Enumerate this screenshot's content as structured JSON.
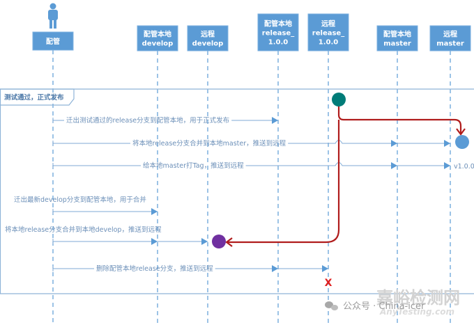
{
  "diagram": {
    "type": "sequence",
    "participants": [
      {
        "id": "cm",
        "lines": [
          "配管"
        ],
        "actor_icon": "person-icon"
      },
      {
        "id": "local_develop",
        "lines": [
          "配管本地",
          "develop"
        ]
      },
      {
        "id": "remote_develop",
        "lines": [
          "远程",
          "develop"
        ]
      },
      {
        "id": "local_release",
        "lines": [
          "配管本地",
          "release_",
          "1.0.0"
        ]
      },
      {
        "id": "remote_release",
        "lines": [
          "远程",
          "release_",
          "1.0.0"
        ]
      },
      {
        "id": "local_master",
        "lines": [
          "配管本地",
          "master"
        ]
      },
      {
        "id": "remote_master",
        "lines": [
          "远程",
          "master"
        ]
      }
    ],
    "frame": {
      "label": "测试通过，正式发布"
    },
    "messages": [
      {
        "label": "迁出测试通过的release分支到配管本地，用于正式发布",
        "from": "cm",
        "to": "local_release"
      },
      {
        "label": "将本地release分支合并到本地master，推送到远程",
        "from": "cm",
        "to": "remote_master",
        "via": [
          "local_master"
        ]
      },
      {
        "label": "给本地master打Tag，推送到远程",
        "from": "cm",
        "to": "remote_master",
        "via": [
          "local_master"
        ],
        "end_label": "v1.0.0"
      },
      {
        "label": "迁出最新develop分支到配管本地，用于合并",
        "from": "cm",
        "to": "local_develop"
      },
      {
        "label": "将本地release分支合并到本地develop，推送到远程",
        "from": "cm",
        "to": "remote_develop",
        "via": [
          "local_develop"
        ]
      },
      {
        "label": "删除配管本地release分支，推送到远程",
        "from": "cm",
        "to": "remote_release",
        "via": [
          "local_release"
        ]
      }
    ],
    "nodes": [
      {
        "name": "release-commit",
        "color": "#007c78",
        "on": "remote_release"
      },
      {
        "name": "master-merge",
        "color": "#5b9bd5",
        "on": "remote_master"
      },
      {
        "name": "develop-merge",
        "color": "#7030a0",
        "on": "remote_develop"
      }
    ],
    "delete_marker": {
      "symbol": "X",
      "on": "remote_release",
      "color": "#e02020"
    },
    "red_flow_color": "#b01c1c"
  },
  "watermark": {
    "main": "嘉峪检测网",
    "sub": "AnyTesting.com",
    "wechat_label": "公众号 · China-icer"
  }
}
